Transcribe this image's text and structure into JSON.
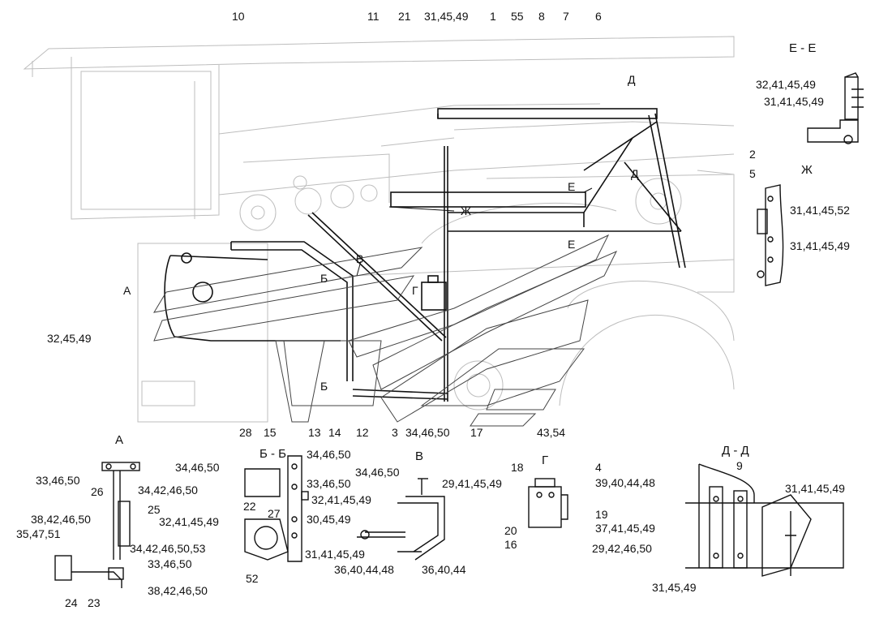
{
  "colors": {
    "ink": "#111111",
    "background": "#ffffff",
    "faint_linework": "#bdbdbd"
  },
  "callouts_top": [
    "10",
    "11",
    "21",
    "31,45,49",
    "1",
    "55",
    "8",
    "7",
    "6"
  ],
  "callouts_bottom": [
    "28",
    "15",
    "13",
    "14",
    "12",
    "3",
    "34,46,50",
    "17",
    "43,54"
  ],
  "main_view": {
    "section_marks": {
      "d_top": "Д",
      "e_upper": "Е",
      "d_right": "Д",
      "zh": "Ж",
      "v": "В",
      "b_upper": "Б",
      "g": "Г",
      "a": "А",
      "b_lower": "Б",
      "e_lower": "Е"
    },
    "right_callouts": [
      "2",
      "5"
    ],
    "left_callout": "32,45,49"
  },
  "view_ee": {
    "title": "Е - Е",
    "callouts": [
      "32,41,45,49",
      "31,41,45,49"
    ]
  },
  "view_zh": {
    "title": "Ж",
    "callouts": [
      "31,41,45,52",
      "31,41,45,49"
    ]
  },
  "view_a": {
    "title": "А",
    "callouts": [
      "33,46,50",
      "26",
      "34,42,46,50",
      "25",
      "38,42,46,50",
      "35,47,51",
      "34,42,46,50,53",
      "33,46,50",
      "24",
      "23",
      "38,42,46,50"
    ]
  },
  "view_bb": {
    "title": "Б - Б",
    "callouts": [
      "34,46,50",
      "33,46,50",
      "32,41,45,49",
      "34,46,50",
      "32,41,45,49",
      "22",
      "27",
      "30,45,49",
      "31,41,45,49",
      "52"
    ]
  },
  "view_v": {
    "title": "В",
    "callouts": [
      "34,46,50",
      "29,41,45,49",
      "36,40,44,48",
      "36,40,44"
    ]
  },
  "view_g": {
    "title": "Г",
    "callouts": [
      "18",
      "4",
      "39,40,44,48",
      "19",
      "37,41,45,49",
      "20",
      "16",
      "29,42,46,50"
    ]
  },
  "view_dd": {
    "title": "Д - Д",
    "callouts": [
      "9",
      "31,41,45,49",
      "31,45,49"
    ]
  }
}
